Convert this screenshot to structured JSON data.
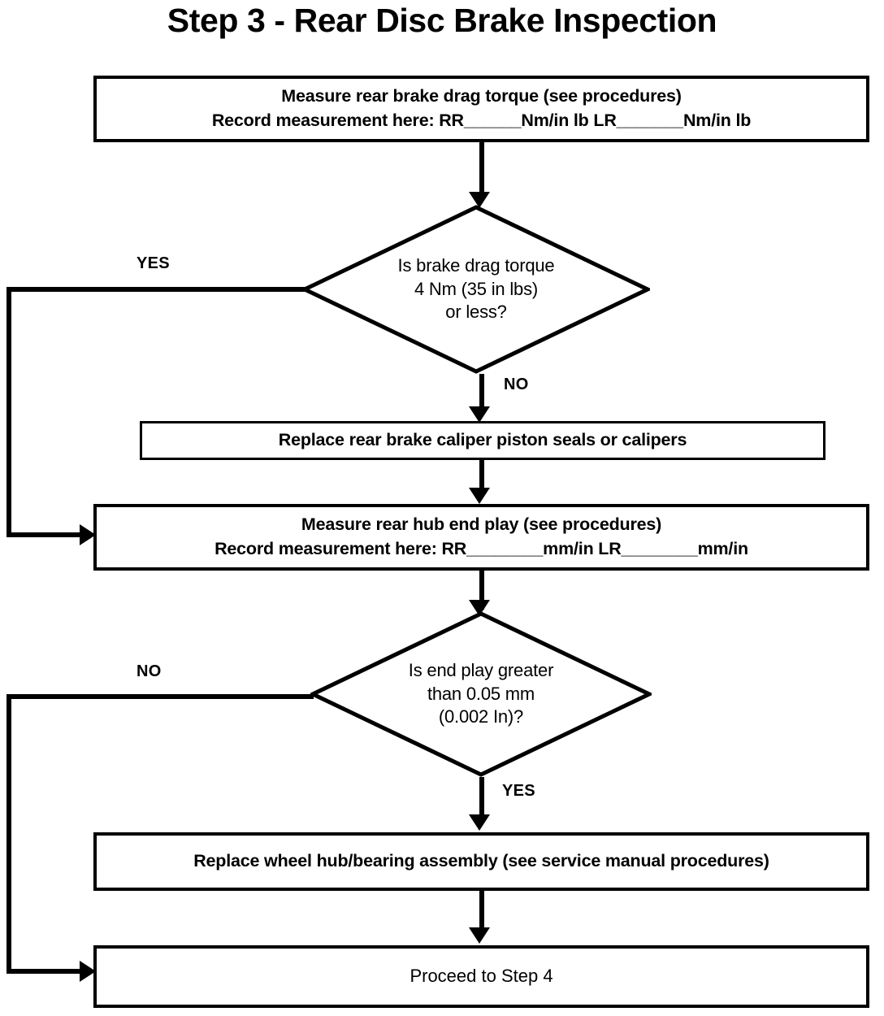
{
  "title": "Step 3 - Rear Disc Brake Inspection",
  "chart_data": {
    "type": "diagram",
    "diagram_kind": "flowchart",
    "title": "Step 3 - Rear Disc Brake Inspection",
    "orientation": "top-to-bottom",
    "nodes": [
      {
        "id": "measure-torque",
        "shape": "process",
        "lines": [
          "Measure rear brake drag torque (see procedures)",
          "Record measurement here:  RR______Nm/in lb  LR_______Nm/in lb"
        ]
      },
      {
        "id": "torque-decision",
        "shape": "decision",
        "lines": [
          "Is brake drag torque",
          "4 Nm (35 in lbs)",
          "or less?"
        ]
      },
      {
        "id": "replace-seals",
        "shape": "process",
        "lines": [
          "Replace rear brake caliper piston seals or calipers"
        ]
      },
      {
        "id": "measure-endplay",
        "shape": "process",
        "lines": [
          "Measure rear hub end play (see procedures)",
          "Record measurement here:  RR________mm/in  LR________mm/in"
        ]
      },
      {
        "id": "endplay-decision",
        "shape": "decision",
        "lines": [
          "Is end play greater",
          "than 0.05 mm",
          "(0.002 In)?"
        ]
      },
      {
        "id": "replace-hub",
        "shape": "process",
        "lines": [
          "Replace wheel hub/bearing assembly (see service manual procedures)"
        ]
      },
      {
        "id": "proceed",
        "shape": "process",
        "lines": [
          "Proceed to Step 4"
        ]
      }
    ],
    "edges": [
      {
        "from": "measure-torque",
        "to": "torque-decision",
        "label": ""
      },
      {
        "from": "torque-decision",
        "to": "measure-endplay",
        "label": "YES"
      },
      {
        "from": "torque-decision",
        "to": "replace-seals",
        "label": "NO"
      },
      {
        "from": "replace-seals",
        "to": "measure-endplay",
        "label": ""
      },
      {
        "from": "measure-endplay",
        "to": "endplay-decision",
        "label": ""
      },
      {
        "from": "endplay-decision",
        "to": "proceed",
        "label": "NO"
      },
      {
        "from": "endplay-decision",
        "to": "replace-hub",
        "label": "YES"
      },
      {
        "from": "replace-hub",
        "to": "proceed",
        "label": ""
      }
    ]
  },
  "nodes": {
    "measure_torque": {
      "line1": "Measure rear brake drag torque (see procedures)",
      "line2": "Record measurement here:  RR______Nm/in lb  LR_______Nm/in lb"
    },
    "torque_decision": {
      "line1": "Is brake drag torque",
      "line2": "4 Nm (35 in lbs)",
      "line3": "or less?"
    },
    "replace_seals": {
      "line1": "Replace rear brake caliper piston seals or calipers"
    },
    "measure_endplay": {
      "line1": "Measure rear hub end play (see procedures)",
      "line2": "Record measurement here:  RR________mm/in  LR________mm/in"
    },
    "endplay_decision": {
      "line1": "Is end play greater",
      "line2": "than 0.05 mm",
      "line3": "(0.002 In)?"
    },
    "replace_hub": {
      "line1": "Replace wheel hub/bearing assembly (see service manual procedures)"
    },
    "proceed": {
      "line1": "Proceed to Step 4"
    }
  },
  "edge_labels": {
    "torque_yes": "YES",
    "torque_no": "NO",
    "endplay_no": "NO",
    "endplay_yes": "YES"
  },
  "colors": {
    "stroke": "#000000",
    "fill": "#ffffff",
    "text": "#000000"
  }
}
